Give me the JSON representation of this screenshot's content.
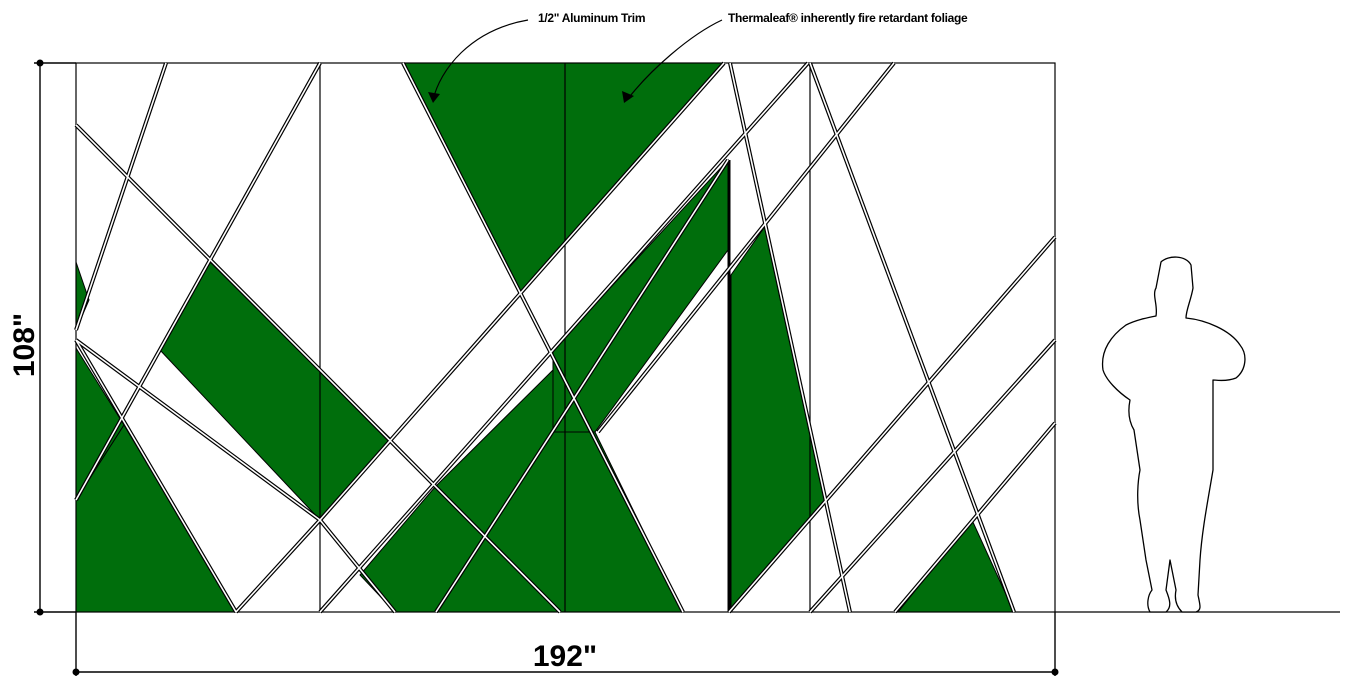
{
  "drawing": {
    "callouts": {
      "trim_label": "1/2\" Aluminum Trim",
      "foliage_label": "Thermaleaf® inherently fire retardant foliage"
    },
    "dimensions": {
      "height_label": "108\"",
      "width_label": "192\""
    },
    "colors": {
      "foliage_green": "#006e0c",
      "line": "#000000",
      "background": "#ffffff"
    },
    "figure": {
      "icon": "human-silhouette-icon"
    }
  }
}
